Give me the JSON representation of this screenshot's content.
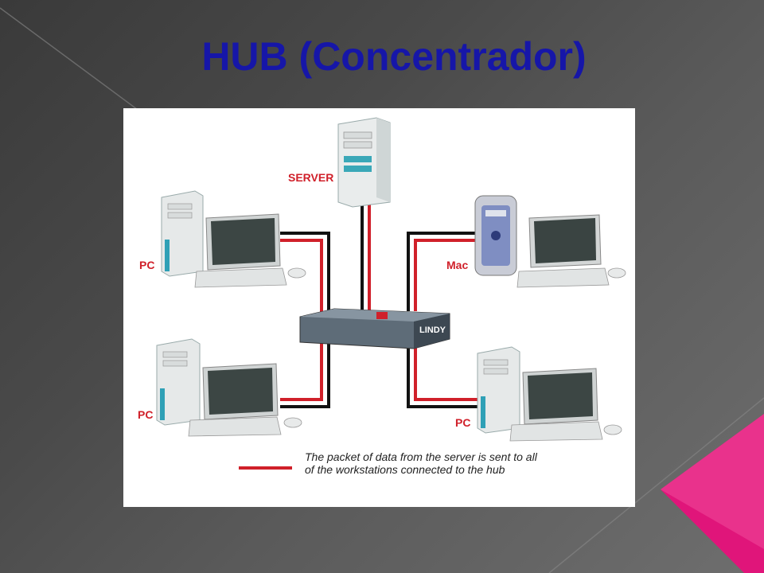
{
  "slide": {
    "title": "HUB (Concentrador)"
  },
  "diagram": {
    "labels": {
      "server": "SERVER",
      "pc_top_left": "PC",
      "mac": "Mac",
      "pc_bottom_left": "PC",
      "pc_bottom_right": "PC"
    },
    "legend": "The packet of data from the server is sent to all of the workstations connected to the hub",
    "hub_brand": "LINDY",
    "colors": {
      "title": "#1616a8",
      "data_line": "#d0202a",
      "cable": "#111111",
      "accent_magenta": "#e0157a"
    }
  }
}
